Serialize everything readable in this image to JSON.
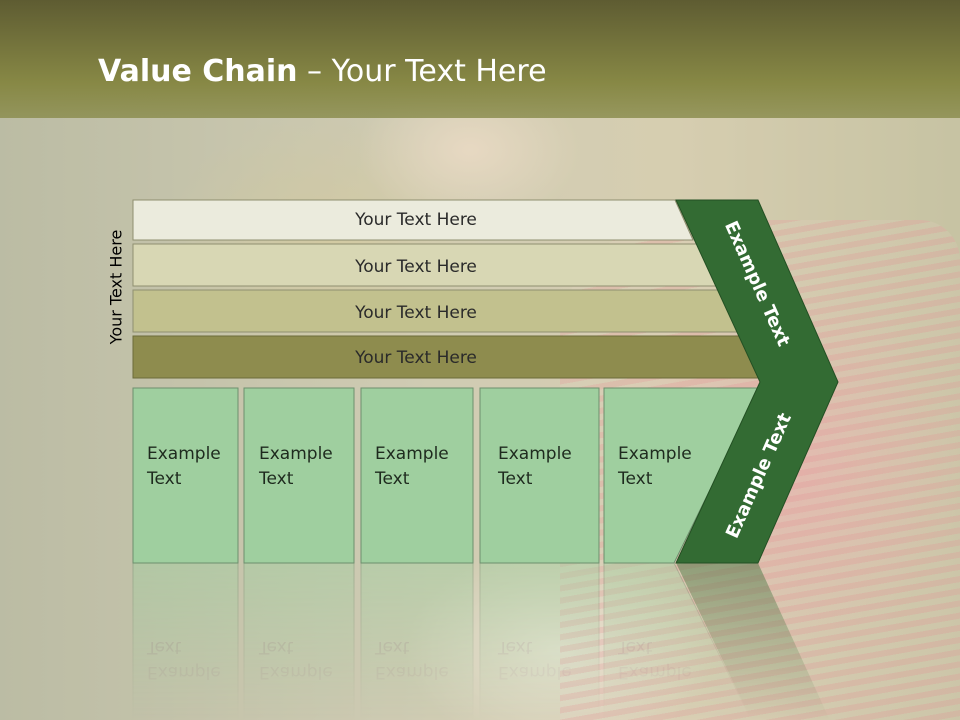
{
  "slide": {
    "title_bold": "Value Chain",
    "title_rest": " – Your Text Here"
  },
  "side_label": "Your Text Here",
  "bars": [
    {
      "label": "Your Text Here",
      "color": "#ebebdd"
    },
    {
      "label": "Your Text Here",
      "color": "#d8d7b4"
    },
    {
      "label": "Your Text Here",
      "color": "#c2c18e"
    },
    {
      "label": "Your Text Here",
      "color": "#8e8c4e"
    }
  ],
  "boxes": [
    {
      "line1": "Example",
      "line2": "Text"
    },
    {
      "line1": "Example",
      "line2": "Text"
    },
    {
      "line1": "Example",
      "line2": "Text"
    },
    {
      "line1": "Example",
      "line2": "Text"
    },
    {
      "line1": "Example",
      "line2": "Text"
    }
  ],
  "arrow": {
    "upper_label": "Example Text",
    "lower_label": "Example Text",
    "color": "#336b33"
  },
  "colors": {
    "box_fill": "#9fcf9f",
    "title_band": "#7a7a3e"
  }
}
